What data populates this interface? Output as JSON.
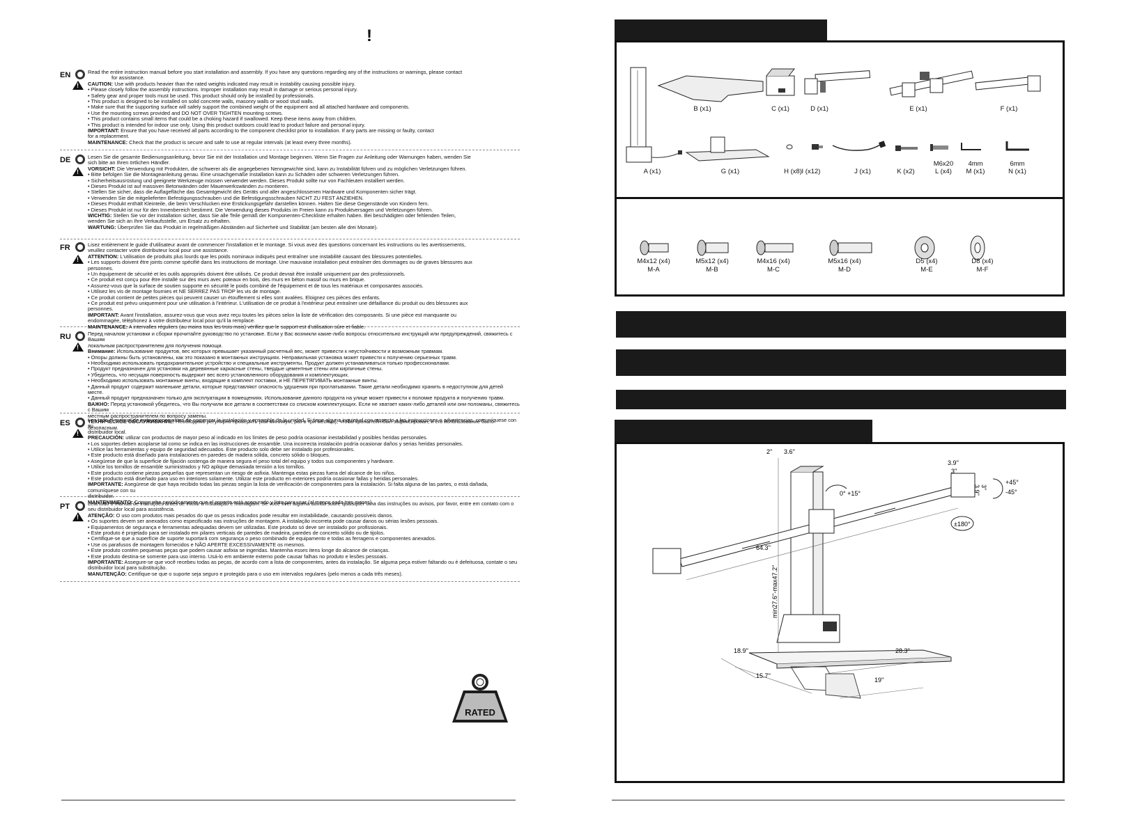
{
  "left": {
    "heading_mark": "!",
    "rated_label": "RATED",
    "languages": [
      {
        "code": "EN",
        "paragraphs": [
          "Read the entire instruction manual before you start installation and assembly. If you have any questions regarding any of the instructions or warnings, please contact",
          "for assistance.",
          "CAUTION: Use with products heavier than the rated weights indicated may result in instability causing possible injury.",
          "• Please closely follow the assembly instructions. Improper installation may result in damage or serious personal injury.",
          "• Safety gear and proper tools must be used. This product should only be installed by professionals.",
          "• This product is designed to be installed on solid concrete walls, masonry walls or wood stud walls.",
          "• Make sure that the supporting surface will safely support the combined weight of the equipment and all attached hardware and components.",
          "• Use the mounting screws provided and DO NOT OVER TIGHTEN mounting screws.",
          "• This product contains small items that could be a choking hazard if swallowed. Keep these items away from children.",
          "• This product is intended for indoor use only. Using this product outdoors could lead to product failure and personal injury.",
          "IMPORTANT: Ensure that you have received all parts according to the component checklist prior to installation. If any parts are missing or faulty, contact",
          "for a replacement.",
          "MAINTENANCE: Check that the product is secure and safe to use at regular intervals (at least every three months)."
        ]
      },
      {
        "code": "DE",
        "paragraphs": [
          "Lesen Sie die gesamte Bedienungsanleitung, bevor Sie mit der Installation und Montage beginnen. Wenn Sie Fragen zur Anleitung oder Warnungen haben, wenden Sie",
          "sich bitte an Ihren örtlichen Händler.",
          "VORSICHT: Die Verwendung mit Produkten, die schwerer als die angegebenen Nenngewichte sind, kann zu Instabilität führen und zu möglichen Verletzungen führen.",
          "• Bitte befolgen Sie die Montageanleitung genau. Eine unsachgemäße Installation kann zu Schäden oder schweren Verletzungen führen.",
          "• Sicherheitsausrüstung und geeignete Werkzeuge müssen verwendet werden. Dieses Produkt sollte nur von Fachleuten installiert werden.",
          "• Dieses Produkt ist auf massiven Betonwänden oder Mauerwerkswänden zu montieren.",
          "• Stellen Sie sicher, dass die Auflagefläche das Gesamtgewicht des Geräts und aller angeschlossenen Hardware und Komponenten sicher trägt.",
          "• Verwenden Sie die mitgelieferten Befestigungsschrauben und die Befestigungsschrauben NICHT ZU FEST ANZIEHEN.",
          "• Dieses Produkt enthält Kleinteile, die beim Verschlucken eine Erstickungsgefahr darstellen können. Halten Sie diese Gegenstände von Kindern fern.",
          "• Dieses Produkt ist nur für den Innenbereich bestimmt. Die Verwendung dieses Produkts im Freien kann zu Produktversagen und Verletzungen führen.",
          "WICHTIG: Stellen Sie vor der Installation sicher, dass Sie alle Teile gemäß der Komponenten-Checkliste erhalten haben. Bei beschädigten oder fehlenden Teilen,",
          "wenden Sie sich an Ihre Verkaufsstelle, um Ersatz zu erhalten.",
          "WARTUNG: Überprüfen Sie das Produkt in regelmäßigen Abständen auf Sicherheit und Stabilität (am besten alle drei Monate)."
        ]
      },
      {
        "code": "FR",
        "paragraphs": [
          "Lisez entièrement le guide d'utilisateur avant de commencer l'installation et le montage. Si vous avez des questions concernant les instructions ou les avertissements,",
          "veuillez contacter votre distributeur local pour une assistance.",
          "ATTENTION: L'utilisation de produits plus lourds que les poids nominaux indiqués peut entraîner une instabilité causant des blessures potentielles.",
          "• Les supports doivent être joints comme spécifié dans les instructions de montage. Une mauvaise installation peut entraîner des dommages ou de graves blessures aux",
          "personnes.",
          "• Un équipement de sécurité et les outils appropriés doivent être utilisés. Ce produit devrait être installé uniquement par des professionnels.",
          "• Ce produit est conçu pour être installé sur des murs avec poteaux en bois, des murs en béton massif ou murs en brique.",
          "• Assurez-vous que la surface de soutien supporte en sécurité le poids combiné de l'équipement et de tous les matériaux et composantes associés.",
          "• Utilisez les vis de montage fournies et NE SERREZ PAS TROP les vis de montage.",
          "• Ce produit contient de petites pièces qui peuvent causer un étouffement si elles sont avalées. Eloignez ces pièces des enfants.",
          "• Ce produit est prévu uniquement pour une utilisation à l'intérieur. L'utilisation de ce produit à l'extérieur peut entraîner une défaillance du produit ou  des blessures aux",
          "personnes.",
          "IMPORTANT: Avant l'installation, assurez-vous que vous avez reçu toutes les pièces selon la liste de vérification des composants. Si une pièce est manquante ou",
          "endommagée, téléphonez à votre distributeur local pour qu'il la remplace.",
          "MAINTENANCE: A intervalles réguliers (au moins tous les trois mois) vérifiez que le support est d'utilisation sûre et fiable."
        ]
      },
      {
        "code": "RU",
        "paragraphs": [
          "Перед началом установки и сборки прочитайте руководство по установке. Если у Вас возникли какие-либо вопросы относительно инструкций или предупреждений, свяжитесь с Вашим",
          "локальным распространителем для получения помощи.",
          "Внимание: Использование продуктов, вес которых превышает указанный расчетный вес, может привести к неустойчивости и возможным травмам.",
          "• Опоры должны быть установлены, как это показано в монтажных инструкциях. Неправильная установка может привести к получению серьезных травм.",
          "• Необходимо использовать предохранительное устройство и специальные инструменты. Продукт должен устанавливаться только профессионалами.",
          "• Продукт предназначен для установки на деревянные каркасные стены, твердые цементные стены или кирпичные стены.",
          "• Убедитесь, что несущая поверхность выдержит вес всего установленного оборудования и комплектующих.",
          "• Необходимо использовать монтажные винты, входящие в комплект поставки, и НЕ ПЕРЕТЯГИВАТЬ монтажные винты.",
          "• Данный продукт содержит маленькие детали, которые представляют опасность удушения при проглатывании. Такие детали необходимо хранить в недоступном для детей месте.",
          "• Данный продукт предназначен только для эксплуатации в помещениях. Использование данного продукта на улице может привести к поломке продукта и получению травм.",
          "ВАЖНО: Перед установкой убедитесь, что Вы получили все детали в соответствии со списком комплектующих. Если не хватает каких-либо деталей или они поломаны, свяжитесь с Вашим",
          "местным распространителем по вопросу замены.",
          "ТЕХНИЧЕСКОЕ ОБСЛУЖИВАНИЕ: Необходимо регулярно проверять (как минимум, раз в три месяца), чтобы кронштейн был зафиксирован, и его использование было безопасным."
        ]
      },
      {
        "code": "ES",
        "paragraphs": [
          "Lea todo el manual de instrucciones antes de comenzar la instalación y ensamble de la unidad. Si tiene alguna inquietud con respecto a las instrucciones o advertencias, comuníquese con su",
          "distribuidor local.",
          "PRECAUCIÓN: utilizar con productos de mayor peso al indicado en los límites de peso podría ocasionar inestabilidad y posibles heridas personales.",
          "• Los soportes deben acoplarse tal como se indica en las instrucciones de ensamble. Una incorrecta instalación podría ocasionar daños y serias heridas personales.",
          "• Utilice las herramientas y equipo de seguridad adecuados. Este producto solo debe ser instalado por profesionales.",
          "• Este producto está diseñado para instalaciones en paredes de madera sólida, concreto sólido o bloques.",
          "• Asegúrese de que la superficie de fijación sostenga de manera segura el peso total del equipo y todos sus componentes y hardware.",
          "• Utilice los tornillos de ensamble suministrados y NO aplique demasiada tensión a los tornillos.",
          "• Este producto contiene piezas pequeñas que representan un riesgo de asfixia. Mantenga estas piezas fuera del alcance de los niños.",
          "• Este producto está diseñado para uso en interiores solamente. Utilizar este producto en exteriores podría ocasionar fallas y heridas personales.",
          "IMPORTANTE: Asegúrese de que haya recibido todas las piezas según la lista de verificación de componentes para la instalación. Si falta alguna de las partes, o está dañada, comuníquese con su",
          "distribuidor.",
          "MANTENIMIENTO: Compruebe periódicamente que el soporte está asegurado y listo para usar (al menos cada tres meses)."
        ]
      },
      {
        "code": "PT",
        "paragraphs": [
          "Leia todo o manual de instruções antes de iniciar a instalação e montagem. Se você tiver alguma dúvida sobre quaisquer uma das instruções ou avisos, por favor, entre em contato com o",
          "seu distribuidor local para assistência.",
          "ATENÇÃO: O uso com produtos mais pesados do que os pesos indicados pode resultar em instabilidade, causando possíveis danos.",
          "• Os suportes devem ser anexados como especificado nas instruções de montagem. A instalação incorreta pode causar danos ou sérias lesões pessoais.",
          "• Equipamentos de segurança e ferramentas adequadas devem ser utilizadas. Este produto só deve ser instalado por profissionais.",
          "• Este produto é projetado para ser instalado em pilares verticais de paredes de madeira, paredes de concreto sólido ou de tijolos.",
          "• Certifique-se que a superfície de suporte suportará com segurança o peso combinado de equipamento e todas as ferragens e componentes anexados.",
          "• Use os parafusos de montagem fornecidos e NÃO APERTE EXCESSIVAMENTE os mesmos.",
          "• Este produto contém pequenas peças que podem causar asfixia se ingeridas. Mantenha esses itens longe do alcance de crianças.",
          "• Este produto destina-se somente para uso interno. Usá-lo em ambiente externo pode causar falhas no produto e lesões pessoais.",
          "IMPORTANTE: Assegure-se que você recebeu todas as peças, de acordo com a lista de componentes, antes da instalação. Se alguma peça estiver faltando ou é defeituosa, contate o seu",
          "distribuidor local para substituição.",
          "MANUTENÇÃO: Certifique-se que o suporte seja seguro e protegido para o uso em intervalos regulares (pelo menos a cada três meses)."
        ]
      }
    ]
  },
  "right": {
    "parts": [
      {
        "label": "A (x1)"
      },
      {
        "label": "B (x1)"
      },
      {
        "label": "C (x1)"
      },
      {
        "label": "D (x1)"
      },
      {
        "label": "E (x1)"
      },
      {
        "label": "F (x1)"
      },
      {
        "label": "G (x1)"
      },
      {
        "label": "H (x8)"
      },
      {
        "label": "I (x12)"
      },
      {
        "label": "J (x1)"
      },
      {
        "label": "K (x2)"
      },
      {
        "label": "L (x4)",
        "top": "M6x20"
      },
      {
        "label": "M (x1)",
        "top": "4mm"
      },
      {
        "label": "N (x1)",
        "top": "6mm"
      }
    ],
    "screws": [
      {
        "size": "M4x12 (x4)",
        "code": "M-A"
      },
      {
        "size": "M5x12 (x4)",
        "code": "M-B"
      },
      {
        "size": "M4x16 (x4)",
        "code": "M-C"
      },
      {
        "size": "M5x16 (x4)",
        "code": "M-D"
      },
      {
        "size": "D5 (x4)",
        "code": "M-E"
      },
      {
        "size": "D8 (x4)",
        "code": "M-F"
      }
    ],
    "dimensions": {
      "d1": "2''",
      "d2": "3.6''",
      "d3": "3.9''",
      "d4": "3''",
      "d5": "3.9''",
      "d6": "3''",
      "tilt": "0°  +15°",
      "rot1": "+45°",
      "rot2": "-45°",
      "swivel": "±180°",
      "width": "64.3''",
      "height": "min27.6''-max47.2''",
      "base_w": "28.3''",
      "base_d": "18.9''",
      "foot_d": "15.7''",
      "foot_w": "19''"
    }
  }
}
